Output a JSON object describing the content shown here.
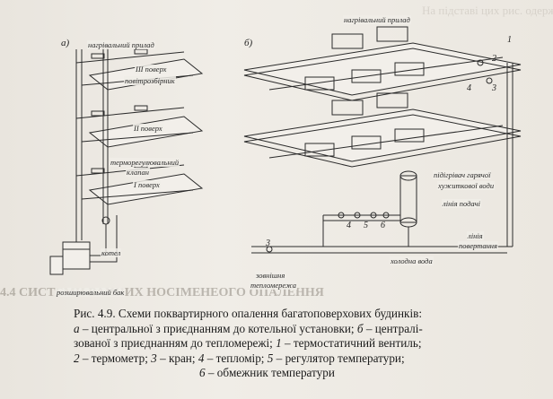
{
  "panels": {
    "a": "а)",
    "b": "б)"
  },
  "labels_a": {
    "heater": "нагрівальний прилад",
    "floor3": "III поверх",
    "air_collector": "повітрозбірник",
    "floor2": "II поверх",
    "thermo_valve_1": "терморегулювальний",
    "thermo_valve_2": "клапан",
    "floor1": "I поверх",
    "boiler": "котел",
    "expansion_tank": "розширювальний бак"
  },
  "labels_b": {
    "heater": "нагрівальний прилад",
    "hot_water_1": "підігрівач гарячої",
    "hot_water_2": "хужиткової води",
    "supply_line": "лінія подачі",
    "return_line_1": "лінія",
    "return_line_2": "повертання",
    "cold_water": "холодна вода",
    "external_net_1": "зовнішня",
    "external_net_2": "тепломережа"
  },
  "numbers_b": {
    "n1": "1",
    "n2": "2",
    "n3": "3",
    "n3b": "3",
    "n4": "4",
    "n4b": "4",
    "n5": "5",
    "n6": "6"
  },
  "caption": {
    "line1": "Рис. 4.9. Схеми поквартирного опалення багатоповерхових будинків:",
    "line2_i": "а",
    "line2": " – центральної з приєднанням до котельної установки; ",
    "line2_i2": "б",
    "line2_end": " – централі-",
    "line3": "зованої з приєднанням до тепломережі; ",
    "line3_i": "1",
    "line3_end": " – термостатичний вентиль;",
    "line4_i": "2",
    "line4": " – термометр; ",
    "line4_i2": "3",
    "line4_b": " – кран; ",
    "line4_i3": "4",
    "line4_c": " – тепломір; ",
    "line4_i4": "5",
    "line4_end": " – регулятор температури;",
    "line5_i": "6",
    "line5": " – обмежник температури"
  },
  "ghost": {
    "g1": "На підставі цих рис. одержано до будинку.",
    "g2": "4.4 СИСТЕМИ ВАННИХ НОСІМЕНЕОГО ОПАЛЕННЯ"
  }
}
